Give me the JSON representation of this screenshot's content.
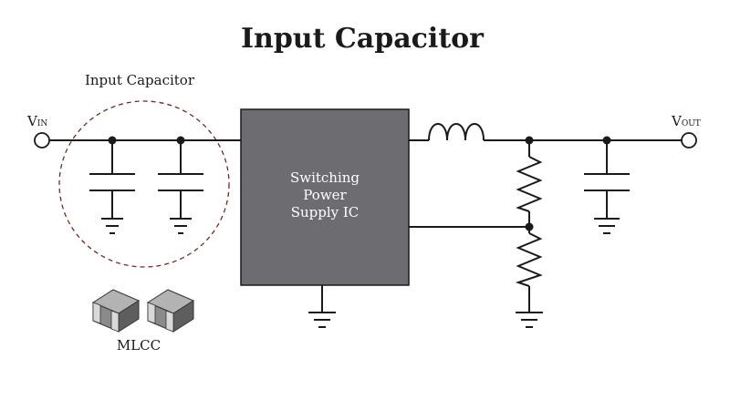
{
  "title": "Input Capacitor",
  "input_capacitor_label": "Input Capacitor",
  "vin": {
    "main": "V",
    "sub": "IN"
  },
  "vout": {
    "main": "V",
    "sub": "OUT"
  },
  "ic": {
    "line1": "Switching",
    "line2": "Power",
    "line3": "Supply IC"
  },
  "mlcc_label": "MLCC",
  "colors": {
    "ic_fill": "#6d6d71",
    "wire": "#1a1a1a",
    "highlight_circle": "#6b2a2a",
    "chip_face": "#7a7a7a",
    "chip_terminal": "#d9d9d9"
  }
}
